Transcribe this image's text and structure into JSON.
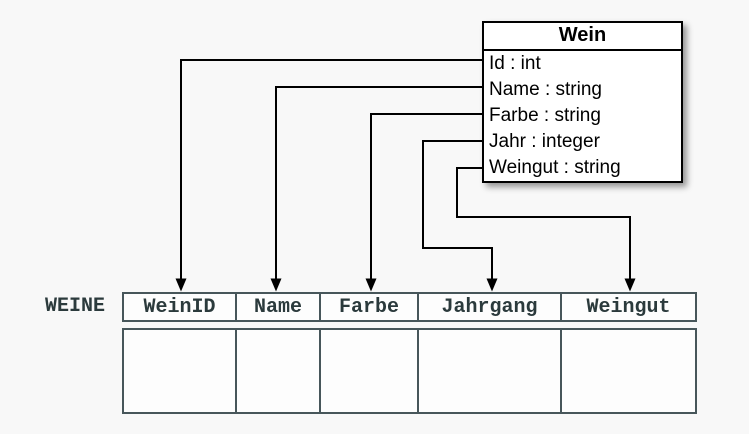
{
  "colors": {
    "background": "#f8f8f8",
    "class_box_border": "#000000",
    "class_box_text": "#000000",
    "table_border": "#47565a",
    "table_text": "#2b3a3c",
    "connector": "#000000"
  },
  "class_box": {
    "title": "Wein",
    "attributes": [
      "Id : int",
      "Name : string",
      "Farbe : string",
      "Jahr : integer",
      "Weingut : string"
    ]
  },
  "table": {
    "label": "WEINE",
    "columns": [
      "WeinID",
      "Name",
      "Farbe",
      "Jahrgang",
      "Weingut"
    ],
    "body_rows": 1
  },
  "mappings": [
    {
      "from": "Id",
      "to": "WeinID"
    },
    {
      "from": "Name",
      "to": "Name"
    },
    {
      "from": "Farbe",
      "to": "Farbe"
    },
    {
      "from": "Jahr",
      "to": "Jahrgang"
    },
    {
      "from": "Weingut",
      "to": "Weingut"
    }
  ]
}
